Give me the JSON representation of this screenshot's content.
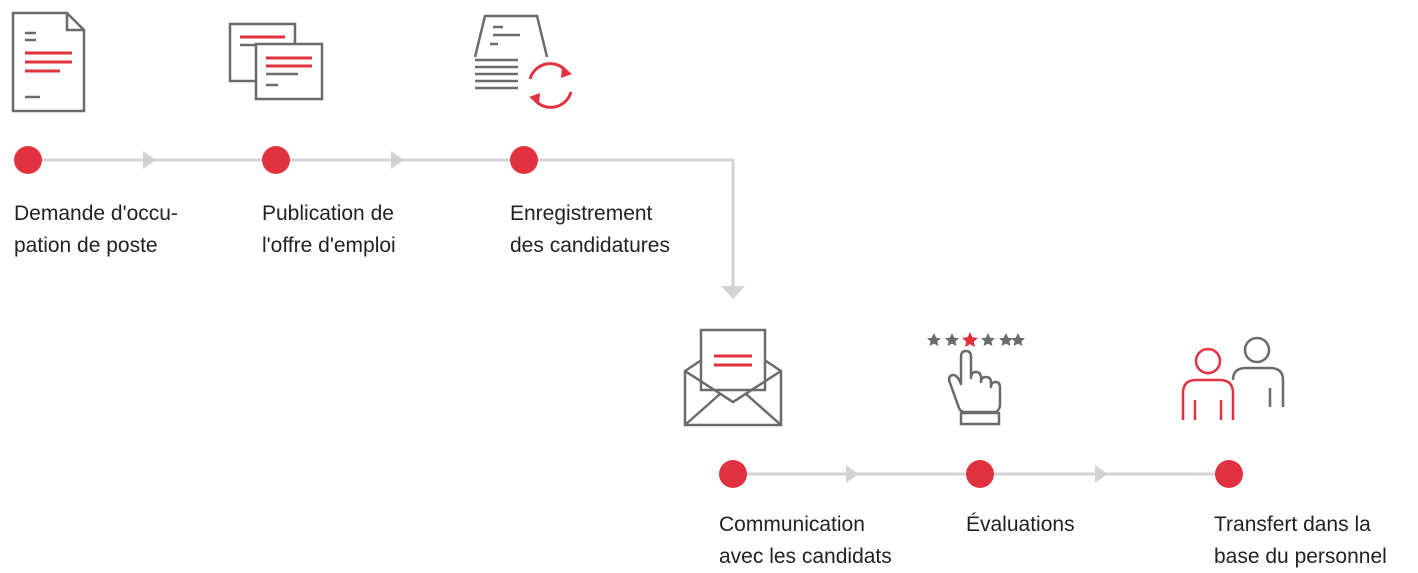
{
  "colors": {
    "accent": "#e2323f",
    "icon_gray": "#6b6b6b",
    "line_gray": "#d3d3d3",
    "text": "#222222"
  },
  "steps": [
    {
      "icon": "document-icon",
      "label": [
        "Demande d'occu-",
        "pation de poste"
      ]
    },
    {
      "icon": "job-posting-icon",
      "label": [
        "Publication de",
        "l'offre d'emploi"
      ]
    },
    {
      "icon": "application-sync-icon",
      "label": [
        "Enregistrement",
        "des candidatures"
      ]
    },
    {
      "icon": "envelope-icon",
      "label": [
        "Communication",
        "avec les candidats"
      ]
    },
    {
      "icon": "star-rating-hand-icon",
      "label": [
        "Évaluations"
      ]
    },
    {
      "icon": "people-transfer-icon",
      "label": [
        "Transfert dans la",
        "base du personnel"
      ]
    }
  ]
}
